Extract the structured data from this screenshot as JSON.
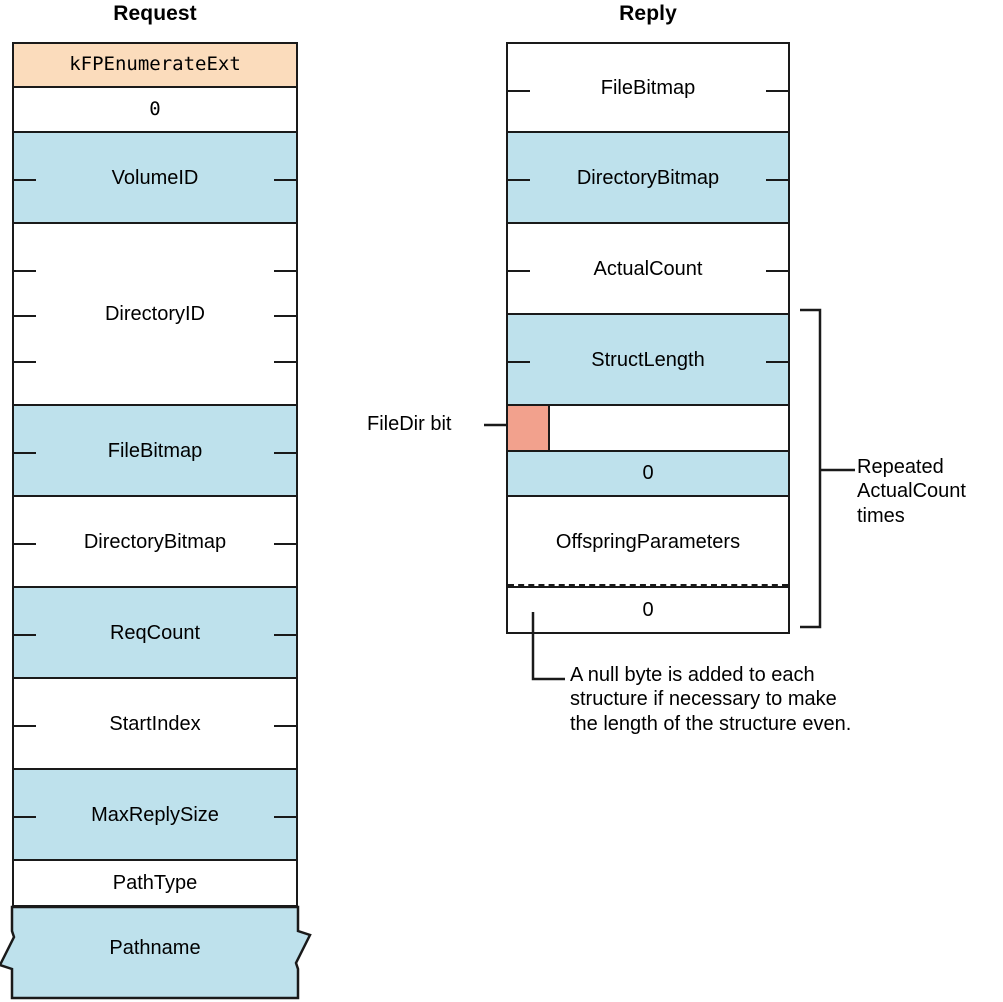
{
  "diagram": {
    "title_request": "Request",
    "title_reply": "Reply",
    "colors": {
      "command": "#fbdcbc",
      "shaded": "#bee1ec",
      "highlight": "#f2a18d",
      "stroke": "#1a1a1a",
      "plain": "#ffffff"
    }
  },
  "request": {
    "fields": [
      {
        "label": "kFPEnumerateExt",
        "fill": "command",
        "units": 1,
        "ticks": 0,
        "mono": true
      },
      {
        "label": "0",
        "fill": "plain",
        "units": 1,
        "ticks": 0,
        "mono": true
      },
      {
        "label": "VolumeID",
        "fill": "shaded",
        "units": 2,
        "ticks": 1,
        "mono": false
      },
      {
        "label": "DirectoryID",
        "fill": "plain",
        "units": 4,
        "ticks": 3,
        "mono": false
      },
      {
        "label": "FileBitmap",
        "fill": "shaded",
        "units": 2,
        "ticks": 1,
        "mono": false
      },
      {
        "label": "DirectoryBitmap",
        "fill": "plain",
        "units": 2,
        "ticks": 1,
        "mono": false
      },
      {
        "label": "ReqCount",
        "fill": "shaded",
        "units": 2,
        "ticks": 1,
        "mono": false
      },
      {
        "label": "StartIndex",
        "fill": "plain",
        "units": 2,
        "ticks": 1,
        "mono": false
      },
      {
        "label": "MaxReplySize",
        "fill": "shaded",
        "units": 2,
        "ticks": 1,
        "mono": false
      },
      {
        "label": "PathType",
        "fill": "plain",
        "units": 1,
        "ticks": 0,
        "mono": false
      },
      {
        "label": "Pathname",
        "fill": "shaded",
        "units": 2,
        "ticks": 0,
        "mono": false,
        "torn": true
      }
    ]
  },
  "reply": {
    "fields": [
      {
        "label": "FileBitmap",
        "fill": "plain",
        "units": 2,
        "ticks": 1
      },
      {
        "label": "DirectoryBitmap",
        "fill": "shaded",
        "units": 2,
        "ticks": 1
      },
      {
        "label": "ActualCount",
        "fill": "plain",
        "units": 2,
        "ticks": 1
      },
      {
        "label": "StructLength",
        "fill": "shaded",
        "units": 2,
        "ticks": 1
      },
      {
        "label": "",
        "fill": "plain",
        "units": 1,
        "ticks": 0,
        "filedir": true
      },
      {
        "label": "0",
        "fill": "shaded",
        "units": 1,
        "ticks": 0
      },
      {
        "label": "OffspringParameters",
        "fill": "plain",
        "units": 2,
        "ticks": 0,
        "dashed_bottom": true
      },
      {
        "label": "0",
        "fill": "plain",
        "units": 1,
        "ticks": 0
      }
    ]
  },
  "annotations": {
    "filedir_bit": "FileDir bit",
    "repeated": "Repeated ActualCount times",
    "repeated_lines": [
      "Repeated",
      "ActualCount",
      "times"
    ],
    "null_byte": "A null byte is added to each structure if necessary to make the length of the structure even.",
    "null_byte_lines": [
      "A null byte is added to each",
      "structure if necessary to make",
      "the length of the structure even."
    ]
  }
}
